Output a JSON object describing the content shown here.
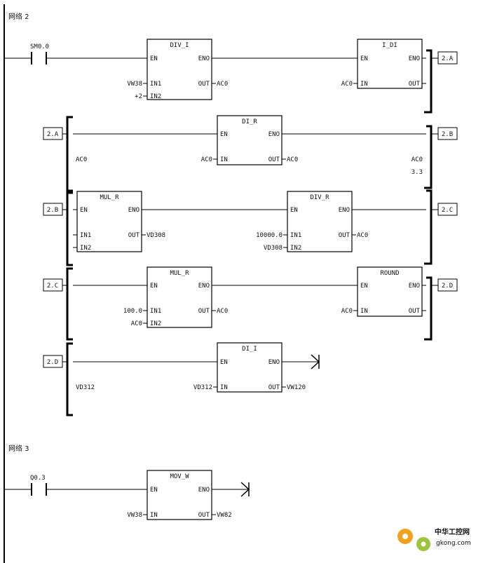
{
  "networks": [
    {
      "label": "网络 2"
    },
    {
      "label": "网络 3"
    }
  ],
  "contacts": [
    {
      "address": "SM0.0"
    },
    {
      "address": "Q0.3"
    }
  ],
  "connectors": [
    "2.A",
    "2.A",
    "2.B",
    "2.B",
    "2.C",
    "2.C",
    "2.D",
    "2.D"
  ],
  "blocks": [
    {
      "name": "DIV_I",
      "en": "EN",
      "eno": "ENO",
      "in1": "IN1",
      "in2": "IN2",
      "out": "OUT",
      "in1_val": "VW38",
      "in2_val": "+2",
      "out_val": "AC0"
    },
    {
      "name": "I_DI",
      "en": "EN",
      "eno": "ENO",
      "in": "IN",
      "out": "OUT",
      "in_val": "AC0"
    },
    {
      "name": "DI_R",
      "en": "EN",
      "eno": "ENO",
      "in": "IN",
      "out": "OUT",
      "in_val": "AC0",
      "out_val": "AC0"
    },
    {
      "name": "MUL_R",
      "en": "EN",
      "eno": "ENO",
      "in1": "IN1",
      "in2": "IN2",
      "out": "OUT",
      "out_val": "VD308"
    },
    {
      "name": "DIV_R",
      "en": "EN",
      "eno": "ENO",
      "in1": "IN1",
      "in2": "IN2",
      "out": "OUT",
      "in1_val": "10000.0",
      "in2_val": "VD308",
      "out_val": "AC0"
    },
    {
      "name": "MUL_R",
      "en": "EN",
      "eno": "ENO",
      "in1": "IN1",
      "in2": "IN2",
      "out": "OUT",
      "in1_val": "100.0",
      "in2_val": "AC0",
      "out_val": "AC0"
    },
    {
      "name": "ROUND",
      "en": "EN",
      "eno": "ENO",
      "in": "IN",
      "out": "OUT",
      "in_val": "AC0"
    },
    {
      "name": "DI_I",
      "en": "EN",
      "eno": "ENO",
      "in": "IN",
      "out": "OUT",
      "in_val": "VD312",
      "out_val": "VW120"
    },
    {
      "name": "MOV_W",
      "en": "EN",
      "eno": "ENO",
      "in": "IN",
      "out": "OUT",
      "in_val": "VW38",
      "out_val": "VW82"
    }
  ],
  "side_notes": [
    "AC0",
    "AC0",
    "3.3",
    "VD312"
  ],
  "watermark": {
    "cn": "中华工控网",
    "url": "gkong.com",
    "colors": {
      "cn": "#e8541a",
      "gear1": "#f2a11f",
      "gear2": "#9bc53d"
    }
  }
}
